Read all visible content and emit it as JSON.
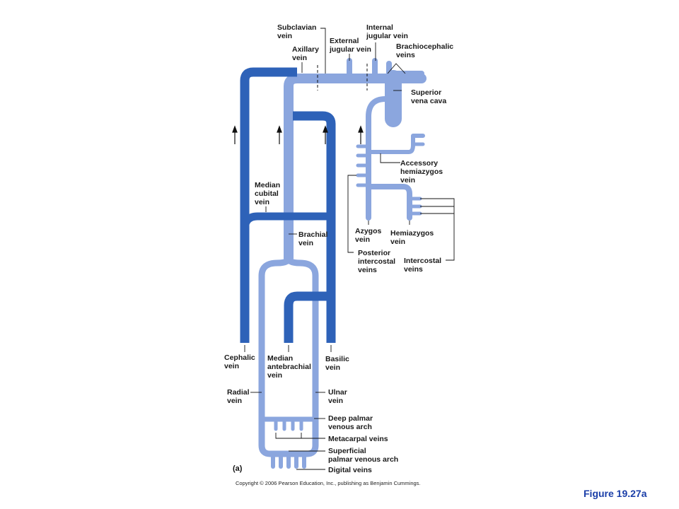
{
  "labels": {
    "subclavian": [
      "Subclavian",
      "vein"
    ],
    "internal_jugular": [
      "Internal",
      "jugular vein"
    ],
    "external_jugular": [
      "External",
      "jugular vein"
    ],
    "axillary": [
      "Axillary",
      "vein"
    ],
    "brachiocephalic": [
      "Brachiocephalic",
      "veins"
    ],
    "superior_vena_cava": [
      "Superior",
      "vena cava"
    ],
    "accessory_hemiazygos": [
      "Accessory",
      "hemiazygos",
      "vein"
    ],
    "median_cubital": [
      "Median",
      "cubital",
      "vein"
    ],
    "brachial": [
      "Brachial",
      "vein"
    ],
    "azygos": [
      "Azygos",
      "vein"
    ],
    "hemiazygos": [
      "Hemiazygos",
      "vein"
    ],
    "posterior_intercostal": [
      "Posterior",
      "intercostal",
      "veins"
    ],
    "intercostal": [
      "Intercostal",
      "veins"
    ],
    "cephalic": [
      "Cephalic",
      "vein"
    ],
    "median_antebrachial": [
      "Median",
      "antebrachial",
      "vein"
    ],
    "basilic": [
      "Basilic",
      "vein"
    ],
    "radial": [
      "Radial",
      "vein"
    ],
    "ulnar": [
      "Ulnar",
      "vein"
    ],
    "deep_palmar": [
      "Deep palmar",
      "venous arch"
    ],
    "metacarpal": [
      "Metacarpal veins"
    ],
    "superficial_palmar": [
      "Superficial",
      "palmar venous arch"
    ],
    "digital": [
      "Digital veins"
    ]
  },
  "panel_label": "(a)",
  "copyright": "Copyright © 2006 Pearson Education, Inc., publishing as Benjamin Cummings.",
  "figure_caption": "Figure 19.27a",
  "colors": {
    "superficial_vein": "#2e62b8",
    "deep_vein": "#8ba6de",
    "vein_outline": "#5f82c8",
    "label_text": "#1a1a1a",
    "caption": "#1a3ea8"
  }
}
